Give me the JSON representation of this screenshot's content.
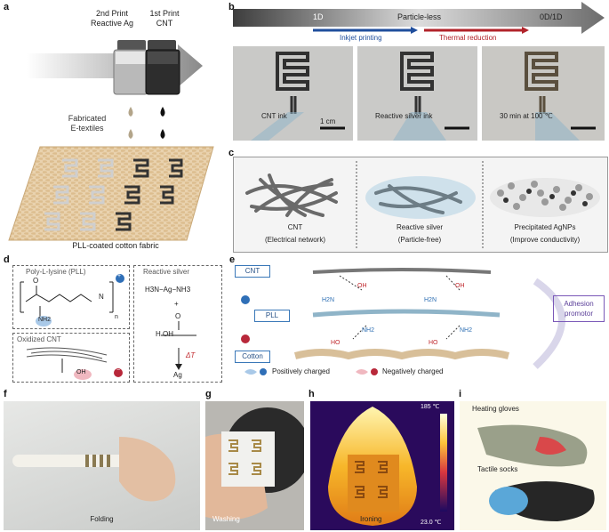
{
  "panels": {
    "a": "a",
    "b": "b",
    "c": "c",
    "d": "d",
    "e": "e",
    "f": "f",
    "g": "g",
    "h": "h",
    "i": "i"
  },
  "a": {
    "print2_line1": "2nd Print",
    "print2_line2": "Reactive Ag",
    "print1_line1": "1st Print",
    "print1_line2": "CNT",
    "fabricated_line1": "Fabricated",
    "fabricated_line2": "E-textiles",
    "fabric_caption": "PLL-coated cotton fabric"
  },
  "b": {
    "stage_1d": "1D",
    "stage_particleless": "Particle-less",
    "stage_0d1d": "0D/1D",
    "inkjet": "Inkjet printing",
    "thermal": "Thermal reduction",
    "img1_caption": "CNT ink",
    "img2_caption": "Reactive silver ink",
    "img3_caption": "30 min at 100 ℃",
    "scale": "1 cm"
  },
  "c": {
    "item1_name": "CNT",
    "item1_desc": "(Electrical network)",
    "item2_name": "Reactive silver",
    "item2_desc": "(Particle-free)",
    "item3_name": "Precipitated AgNPs",
    "item3_desc": "(Improve conductivity)"
  },
  "d": {
    "pll_title": "Poly-L-lysine (PLL)",
    "reactive_title": "Reactive silver",
    "oxcnt_title": "Oxidized CNT",
    "plus": "+",
    "minus": "−",
    "n_sub": "n",
    "o_atom": "O",
    "n_atom": "N",
    "h_atom": "H",
    "nh2": "NH2",
    "oh": "OH",
    "ag_complex": "H3N−Ag−NH3",
    "formic": "H   OH",
    "delta_t": "ΔT",
    "ag": "Ag"
  },
  "e": {
    "cnt": "CNT",
    "pll": "PLL",
    "cotton": "Cotton",
    "oh": "OH",
    "h2n": "H2N",
    "nh2": "NH2",
    "ho": "HO",
    "adhesion_line1": "Adhesion",
    "adhesion_line2": "promotor",
    "pos_legend": "Positively charged",
    "neg_legend": "Negatively charged"
  },
  "f": {
    "caption": "Folding"
  },
  "g": {
    "caption": "Washing"
  },
  "h": {
    "caption": "Ironing",
    "temp_max": "185 ℃",
    "temp_min": "23.0 ℃"
  },
  "i": {
    "gloves": "Heating gloves",
    "socks": "Tactile socks"
  },
  "colors": {
    "blue": "#2d6fb3",
    "red": "#c0282d",
    "violet": "#7a58b8",
    "plus_bg": "#2f6fb7",
    "minus_bg": "#b8283a"
  }
}
